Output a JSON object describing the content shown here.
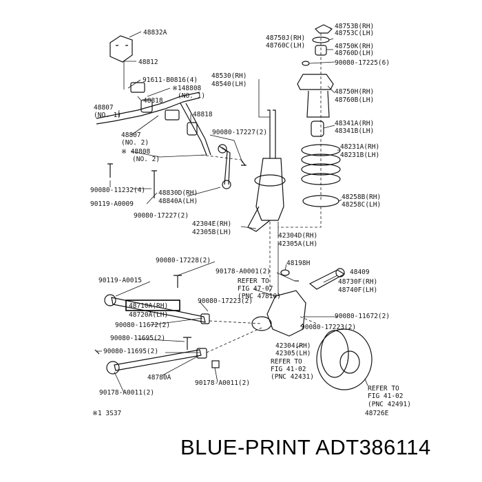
{
  "brand_caption": "BLUE-PRINT ADT386114",
  "highlight_color": "#000000",
  "labels": {
    "l48832a": "48832A",
    "l48812": "48812",
    "l91611": "91611-B0816(4)",
    "l48808a": "※148808",
    "l48808b": "(NO. 1)",
    "l48818a": "48818",
    "l48807a": "48807",
    "l48807b": "(NO. 1)",
    "l48818b": "48818",
    "l48807c": "48807",
    "l48807d": "(NO. 2)",
    "l48808c": "※ 48808",
    "l48808d": "(NO. 2)",
    "l90080_11232": "90080-11232(4)",
    "l90119_a0009": "90119-A0009",
    "l90080_17227a": "90080-17227(2)",
    "l48830d": "48830D(RH)",
    "l48840a": "48840A(LH)",
    "l90080_17227b": "90080-17227(2)",
    "l48530": "48530(RH)",
    "l48540": "48540(LH)",
    "l48753b": "48753B(RH)",
    "l48753c": "48753C(LH)",
    "l48750j": "48750J(RH)",
    "l48760c": "48760C(LH)",
    "l48750k": "48750K(RH)",
    "l48760d": "48760D(LH)",
    "l90080_17225": "90080-17225(6)",
    "l48750h": "48750H(RH)",
    "l48760b": "48760B(LH)",
    "l48341a": "48341A(RH)",
    "l48341b": "48341B(LH)",
    "l48231a": "48231A(RH)",
    "l48231b": "48231B(LH)",
    "l48258b": "48258B(RH)",
    "l48258c": "48258C(LH)",
    "l42304e": "42304E(RH)",
    "l42305b": "42305B(LH)",
    "l42304d": "42304D(RH)",
    "l42305a": "42305A(LH)",
    "l90080_17228": "90080-17228(2)",
    "l48198h": "48198H",
    "l90178_a0001a": "90178-A0001(2)",
    "l48409": "48409",
    "l90119_a0015": "90119-A0015",
    "lref47a": "REFER TO",
    "lref47b": "FIG 47-07",
    "lref47c": "(PNC 47810)",
    "l48730f": "48730F(RH)",
    "l48740f": "48740F(LH)",
    "l48710a": "48710A(RH)",
    "l48720a": "48720A(LH)",
    "l90080_17223a": "90080-17223(2)",
    "l90080_11672a": "90080-11672(2)",
    "l90080_11672b": "90080-11672(2)",
    "l90080_17223b": "90080-17223(2)",
    "l90080_11695a": "90080-11695(2)",
    "l90080_11695b": "90080-11695(2)",
    "l42304": "42304(RH)",
    "l42305": "42305(LH)",
    "lref41a": "REFER TO",
    "lref41b": "FIG 41-02",
    "lref41c": "(PNC 42431)",
    "l48780a": "48780A",
    "l90178_a0011a": "90178-A0011(2)",
    "l90178_a0011b": "90178-A0011(2)",
    "lref41d": "REFER TO",
    "lref41e": "FIG 41-02",
    "lref41f": "(PNC 42491)",
    "lfoot1": "※1 3S37",
    "lfoot2": "48726E"
  }
}
